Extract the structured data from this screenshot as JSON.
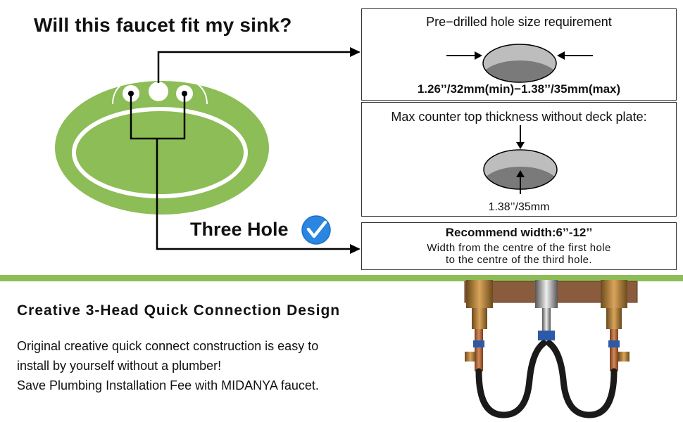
{
  "header": {
    "title": "Will this faucet fit my sink?"
  },
  "sink_diagram": {
    "label": "Three Hole",
    "check_color": "#2a86e0",
    "green": "#8cbd56"
  },
  "hole_size_box": {
    "title": "Pre−drilled hole size requirement",
    "range": "1.26’’/32mm(min)−1.38’’/35mm(max)"
  },
  "thickness_box": {
    "title": "Max counter top thickness without deck plate:",
    "value": "1.38’’/35mm"
  },
  "width_box": {
    "title": "Recommend width:6’’-12’’",
    "desc_line1": "Width from the centre of the first hole",
    "desc_line2": "to the centre of the third hole."
  },
  "bottom_section": {
    "title": "Creative 3-Head Quick Connection Design",
    "lines": [
      "Original creative quick connect construction is easy to",
      "install by yourself without a plumber!",
      "Save Plumbing Installation Fee with MIDANYA faucet."
    ]
  }
}
